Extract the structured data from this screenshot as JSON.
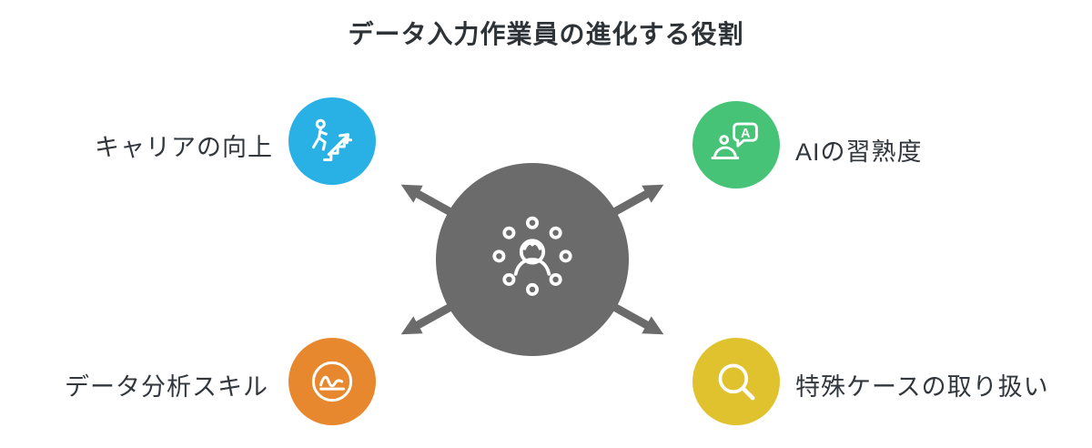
{
  "title": "データ入力作業員の進化する役割",
  "center": {
    "icon": "person-network-icon",
    "color": "#6b6b6b"
  },
  "arrows": {
    "color": "#6b6b6b"
  },
  "nodes": [
    {
      "label": "キャリアの向上",
      "color": "#29b1e6",
      "icon": "career-growth-icon",
      "position": "top-left"
    },
    {
      "label": "AIの習熟度",
      "color": "#47c378",
      "icon": "ai-chat-icon",
      "bubble_letter": "A",
      "position": "top-right"
    },
    {
      "label": "データ分析スキル",
      "color": "#e8882e",
      "icon": "line-chart-icon",
      "position": "bottom-left"
    },
    {
      "label": "特殊ケースの取り扱い",
      "color": "#dfc22d",
      "icon": "magnifier-icon",
      "position": "bottom-right"
    }
  ]
}
